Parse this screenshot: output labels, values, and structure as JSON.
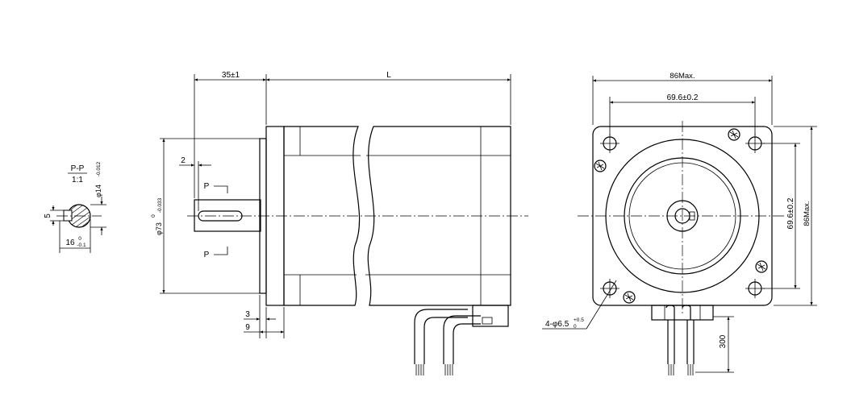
{
  "section_view": {
    "title": "P-P",
    "scale": "1:1",
    "dim_key_width": "5",
    "dim_shaft_diameter": "φ14",
    "dim_shaft_diameter_tol": "-0.012",
    "dim_key_depth": "16",
    "dim_key_depth_tol_upper": "0",
    "dim_key_depth_tol_lower": "-0.1"
  },
  "side_view": {
    "dim_shaft_length": "35±1",
    "dim_body_length": "L",
    "dim_key_offset": "2",
    "section_marker_top": "P",
    "section_marker_bottom": "P",
    "dim_pilot_diameter": "φ73",
    "dim_pilot_tol_upper": "0",
    "dim_pilot_tol_lower": "-0.033",
    "dim_pilot_depth": "3",
    "dim_flange_thickness": "9"
  },
  "front_view": {
    "dim_width_max": "86Max.",
    "dim_hole_spacing_h": "69.6±0.2",
    "dim_hole_spacing_v": "69.6±0.2",
    "dim_height_max": "86Max.",
    "dim_holes": "4-φ6.5",
    "dim_holes_tol_upper": "+0.5",
    "dim_holes_tol_lower": "0",
    "dim_lead_length": "300"
  }
}
